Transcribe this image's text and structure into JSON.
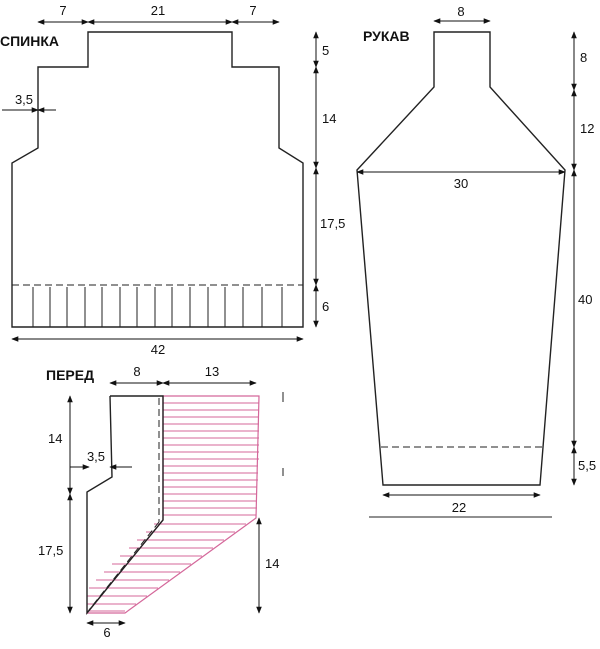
{
  "titles": {
    "back": "СПИНКА",
    "sleeve": "РУКАВ",
    "front": "ПЕРЕД"
  },
  "back": {
    "shoulder_left": "7",
    "neck_width": "21",
    "shoulder_right": "7",
    "armhole_inset": "3,5",
    "shoulder_height": "5",
    "armhole_height": "14",
    "body_height": "17,5",
    "rib_height": "6",
    "width": "42"
  },
  "sleeve": {
    "top_width": "8",
    "top_height": "8",
    "cap_height": "12",
    "upper_width": "30",
    "length": "40",
    "cuff_height": "5,5",
    "cuff_width": "22"
  },
  "front": {
    "shoulder": "8",
    "neck_width": "13",
    "armhole_height": "14",
    "armhole_inset": "3,5",
    "body_height": "17,5",
    "neck_depth": "14",
    "rib_width": "6"
  },
  "colors": {
    "outline": "#222222",
    "hatch": "#d4679a"
  }
}
